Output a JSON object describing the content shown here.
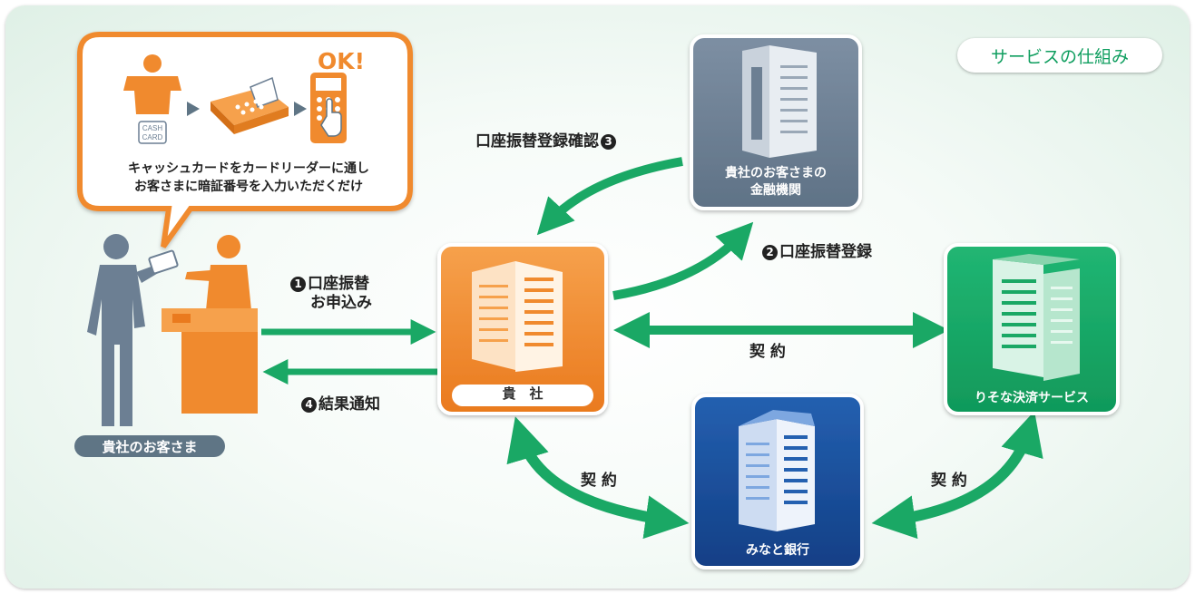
{
  "service_pill": "サービスの仕組み",
  "bubble": {
    "ok_text": "OK!",
    "card_text_1": "CASH",
    "card_text_2": "CARD",
    "line1": "キャッシュカードをカードリーダーに通し",
    "line2": "お客さまに暗証番号を入力いただくだけ"
  },
  "customer_label": "貴社のお客さま",
  "company_label": "貴　社",
  "bank_label_1": "貴社のお客さまの",
  "bank_label_2": "金融機関",
  "risona_label": "りそな決済サービス",
  "minato_label": "みなと銀行",
  "steps": {
    "step1_num": "1",
    "step1_line1": "口座振替",
    "step1_line2": "お申込み",
    "step2_num": "2",
    "step2_text": "口座振替登録",
    "step3_text": "口座振替登録確認",
    "step3_num": "3",
    "step4_num": "4",
    "step4_text": "結果通知"
  },
  "contract_center": "契 約",
  "contract_left": "契 約",
  "contract_right": "契 約",
  "colors": {
    "orange": "#f08a2e",
    "green": "#1aa865",
    "blue": "#1a4c9c",
    "gray": "#6c7f93",
    "text_green": "#0f9e5f"
  }
}
